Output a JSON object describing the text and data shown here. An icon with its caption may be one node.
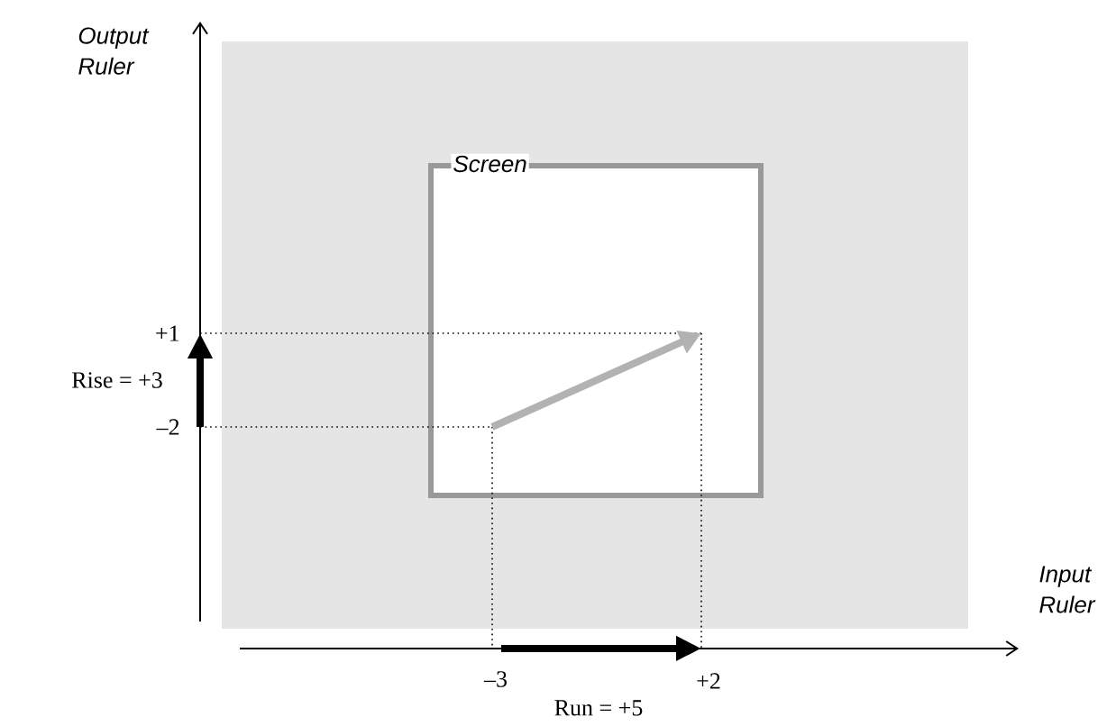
{
  "diagram": {
    "nodes": [
      {
        "text": [
          "Screen"
        ]
      }
    ],
    "labels": [
      "Output Ruler",
      "+1",
      "Rise = +3",
      "–2",
      "Input Ruler",
      "–3",
      "+2",
      "Run = +5"
    ]
  }
}
